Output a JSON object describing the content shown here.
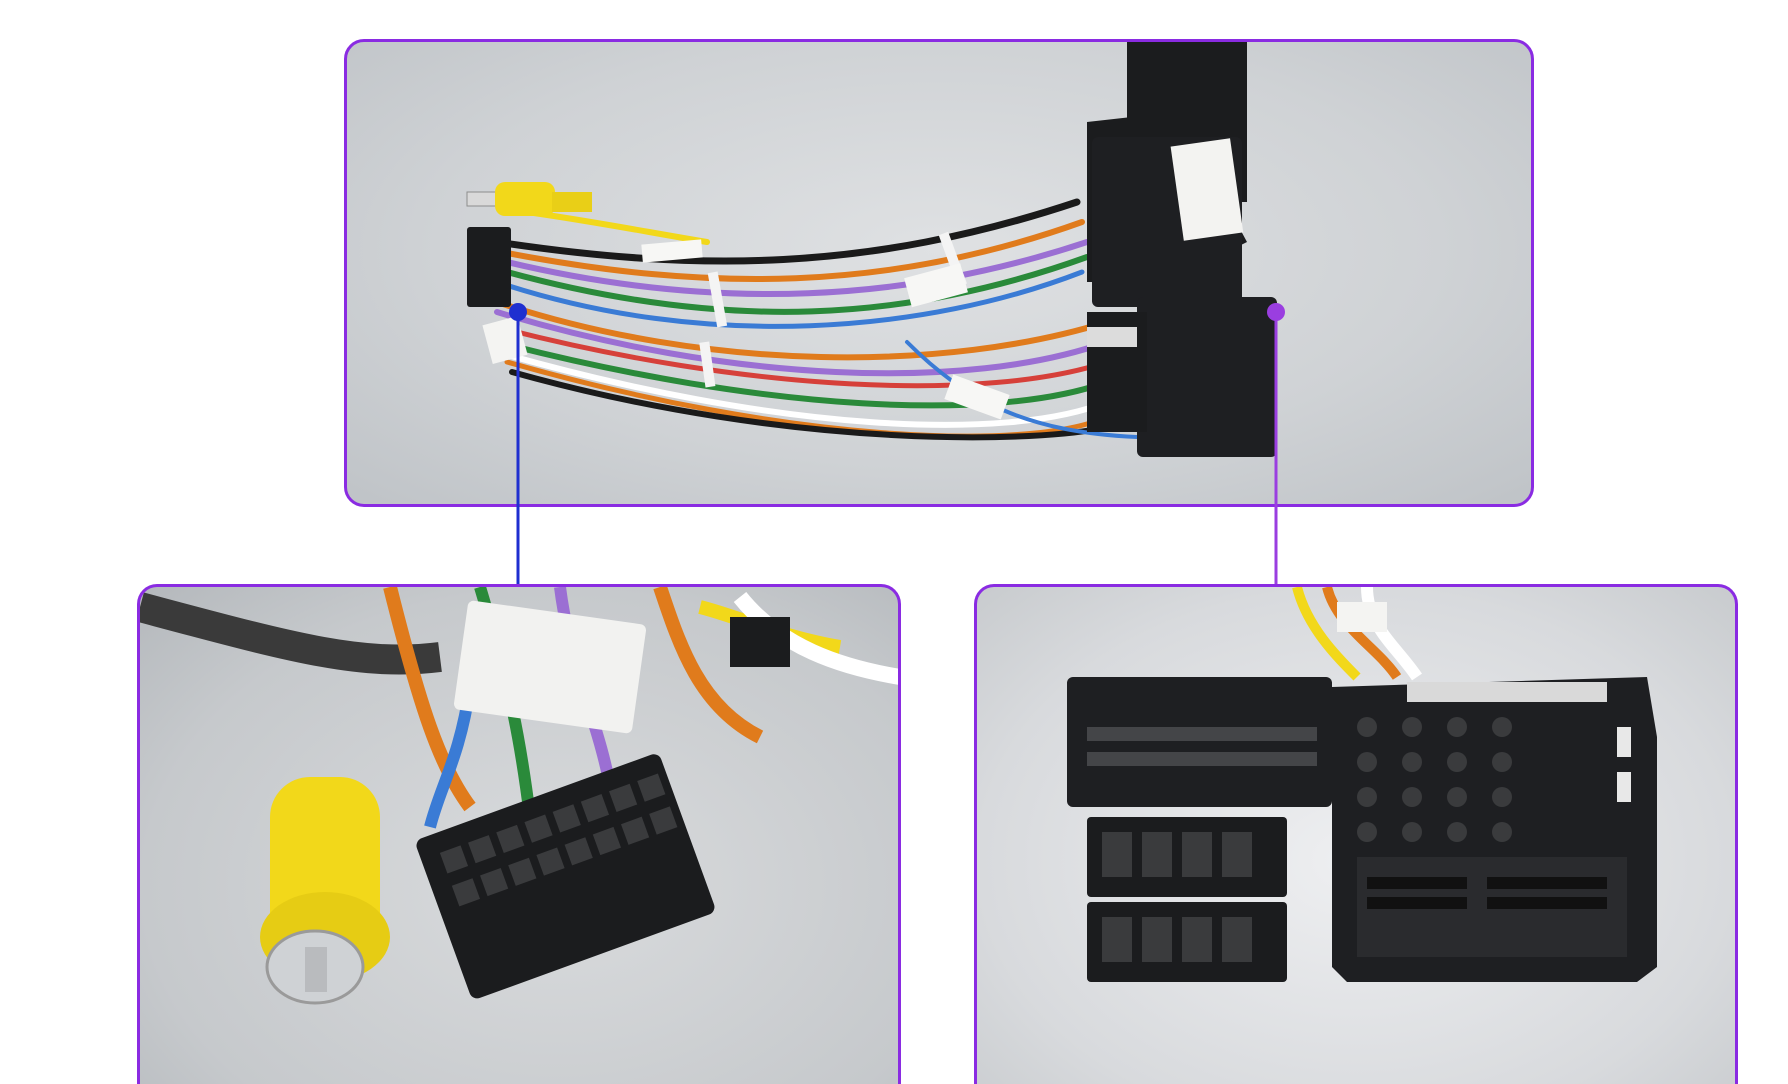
{
  "colors": {
    "frame_border": "#8a2be2",
    "callout_left": "#1f2fd0",
    "callout_right": "#9a3ee0",
    "connector_black": "#1b1c1e",
    "connector_white": "#f2f2f0",
    "rca_yellow": "#f2d81a",
    "wire_colors": [
      "#e07b1c",
      "#9b6fd3",
      "#2a8a3a",
      "#3a7bd5",
      "#d6403a",
      "#1a1a1a",
      "#ffffff",
      "#f2d81a"
    ]
  },
  "panels": {
    "top": {
      "subject": "radio-wiring-harness"
    },
    "left": {
      "subject": "20-pin-connector-and-rca-plug-closeup"
    },
    "right": {
      "subject": "quadlock-car-connector-closeup"
    }
  }
}
